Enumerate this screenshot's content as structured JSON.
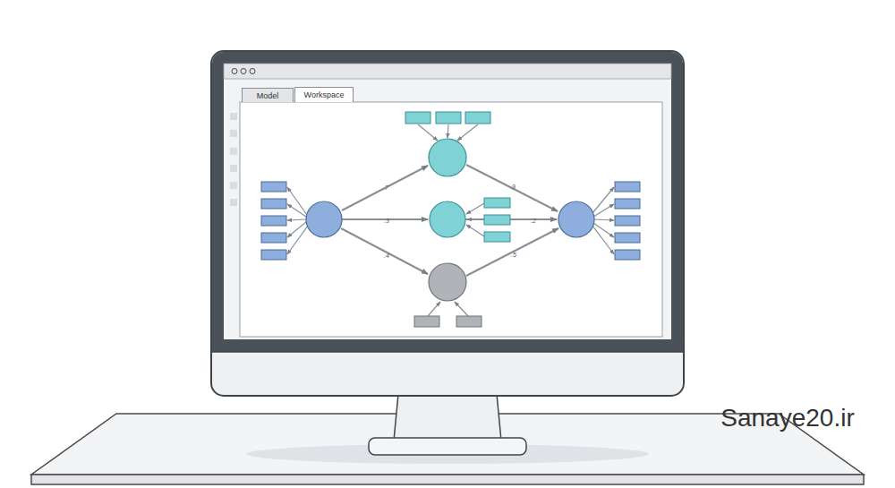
{
  "diagram": {
    "nodes": [
      {
        "text": [
          "Model"
        ]
      },
      {
        "text": [
          "Workspace"
        ]
      }
    ],
    "labels": [
      ".7",
      ".3",
      ".4",
      ".9",
      ".2",
      ".5",
      "Sanaye20.ir"
    ]
  }
}
